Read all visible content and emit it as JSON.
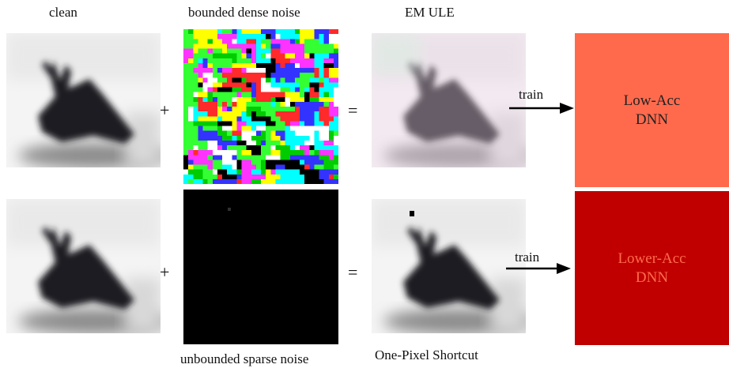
{
  "headers": {
    "clean": "clean",
    "dense": "bounded dense noise",
    "em": "EM ULE"
  },
  "footers": {
    "sparse": "unbounded sparse noise",
    "ops": "One-Pixel Shortcut"
  },
  "rows": [
    {
      "plus": "+",
      "equals": "=",
      "arrow_label": "train",
      "box": {
        "line1": "Low-Acc",
        "line2": "DNN",
        "color": "#ff6a4d",
        "text_color": "#222222"
      }
    },
    {
      "plus": "+",
      "equals": "=",
      "arrow_label": "train",
      "box": {
        "line1": "Lower-Acc",
        "line2": "DNN",
        "color": "#c00000",
        "text_color": "#ff6a4d"
      }
    }
  ],
  "icons": {
    "clean_image": "blurry-airplane-image",
    "dense_noise": "colorful-pixel-noise",
    "sparse_noise": "black-single-pixel-noise",
    "arrow": "right-arrow-icon"
  }
}
